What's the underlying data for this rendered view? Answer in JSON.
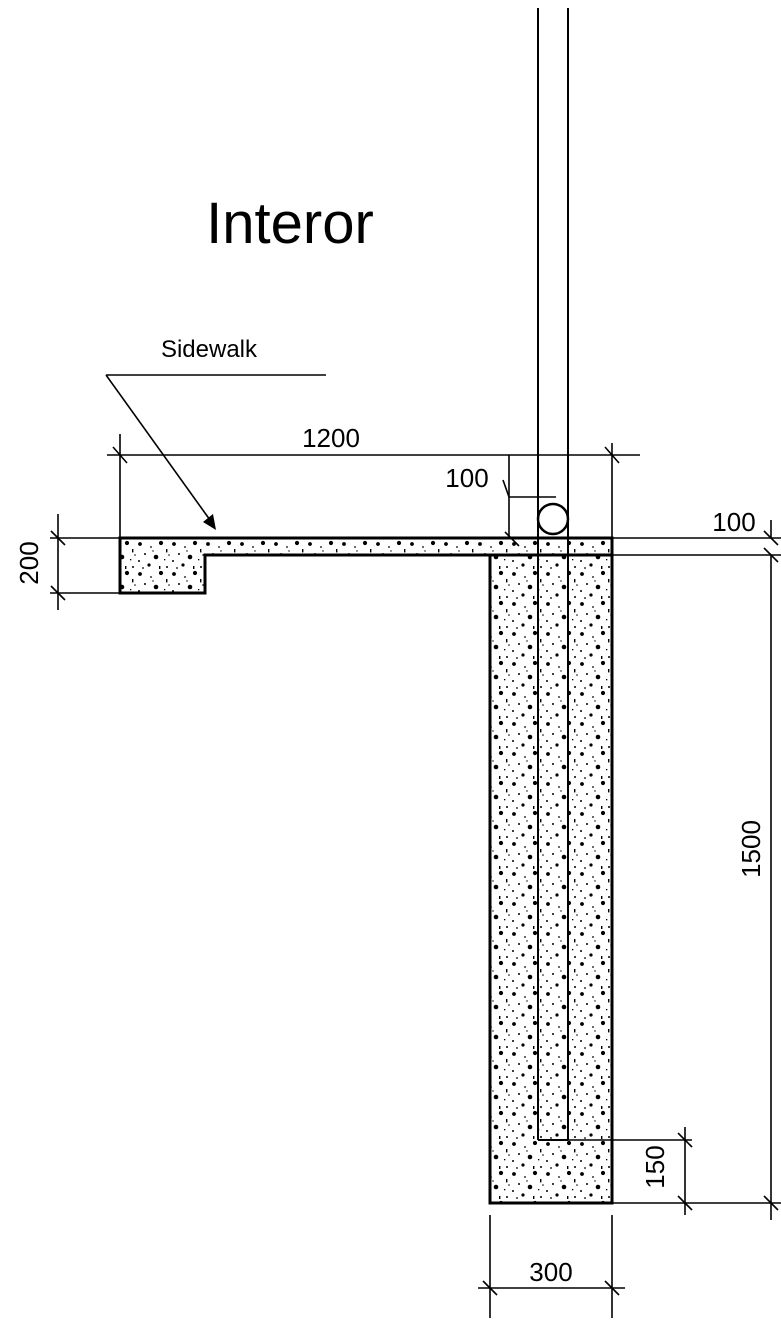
{
  "title": "Interor",
  "callout": {
    "label": "Sidewalk"
  },
  "dimensions": {
    "sidewalk_width": "1200",
    "gap_to_wall": "100",
    "sidewalk_thickness": "200",
    "slab_top": "100",
    "wall_height": "1500",
    "wall_bottom_cover": "150",
    "wall_width": "300"
  },
  "colors": {
    "line": "#000000",
    "background": "#ffffff"
  }
}
